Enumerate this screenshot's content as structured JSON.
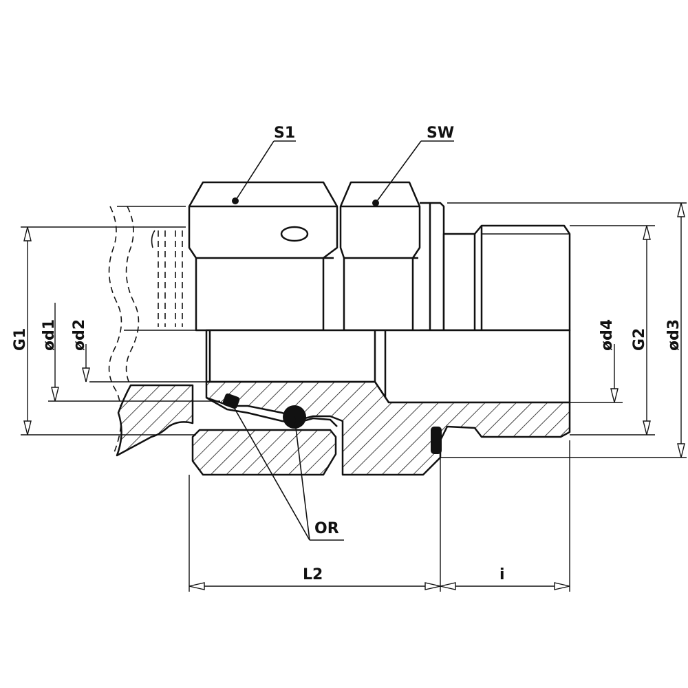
{
  "labels": {
    "s1": "S1",
    "sw": "SW",
    "g1": "G1",
    "d1": "ød1",
    "d2": "ød2",
    "d4": "ød4",
    "g2": "G2",
    "d3": "ød3",
    "or": "OR",
    "l2": "L2",
    "i": "i"
  },
  "colors": {
    "line": "#111111",
    "background": "#ffffff",
    "seal": "#111111"
  }
}
